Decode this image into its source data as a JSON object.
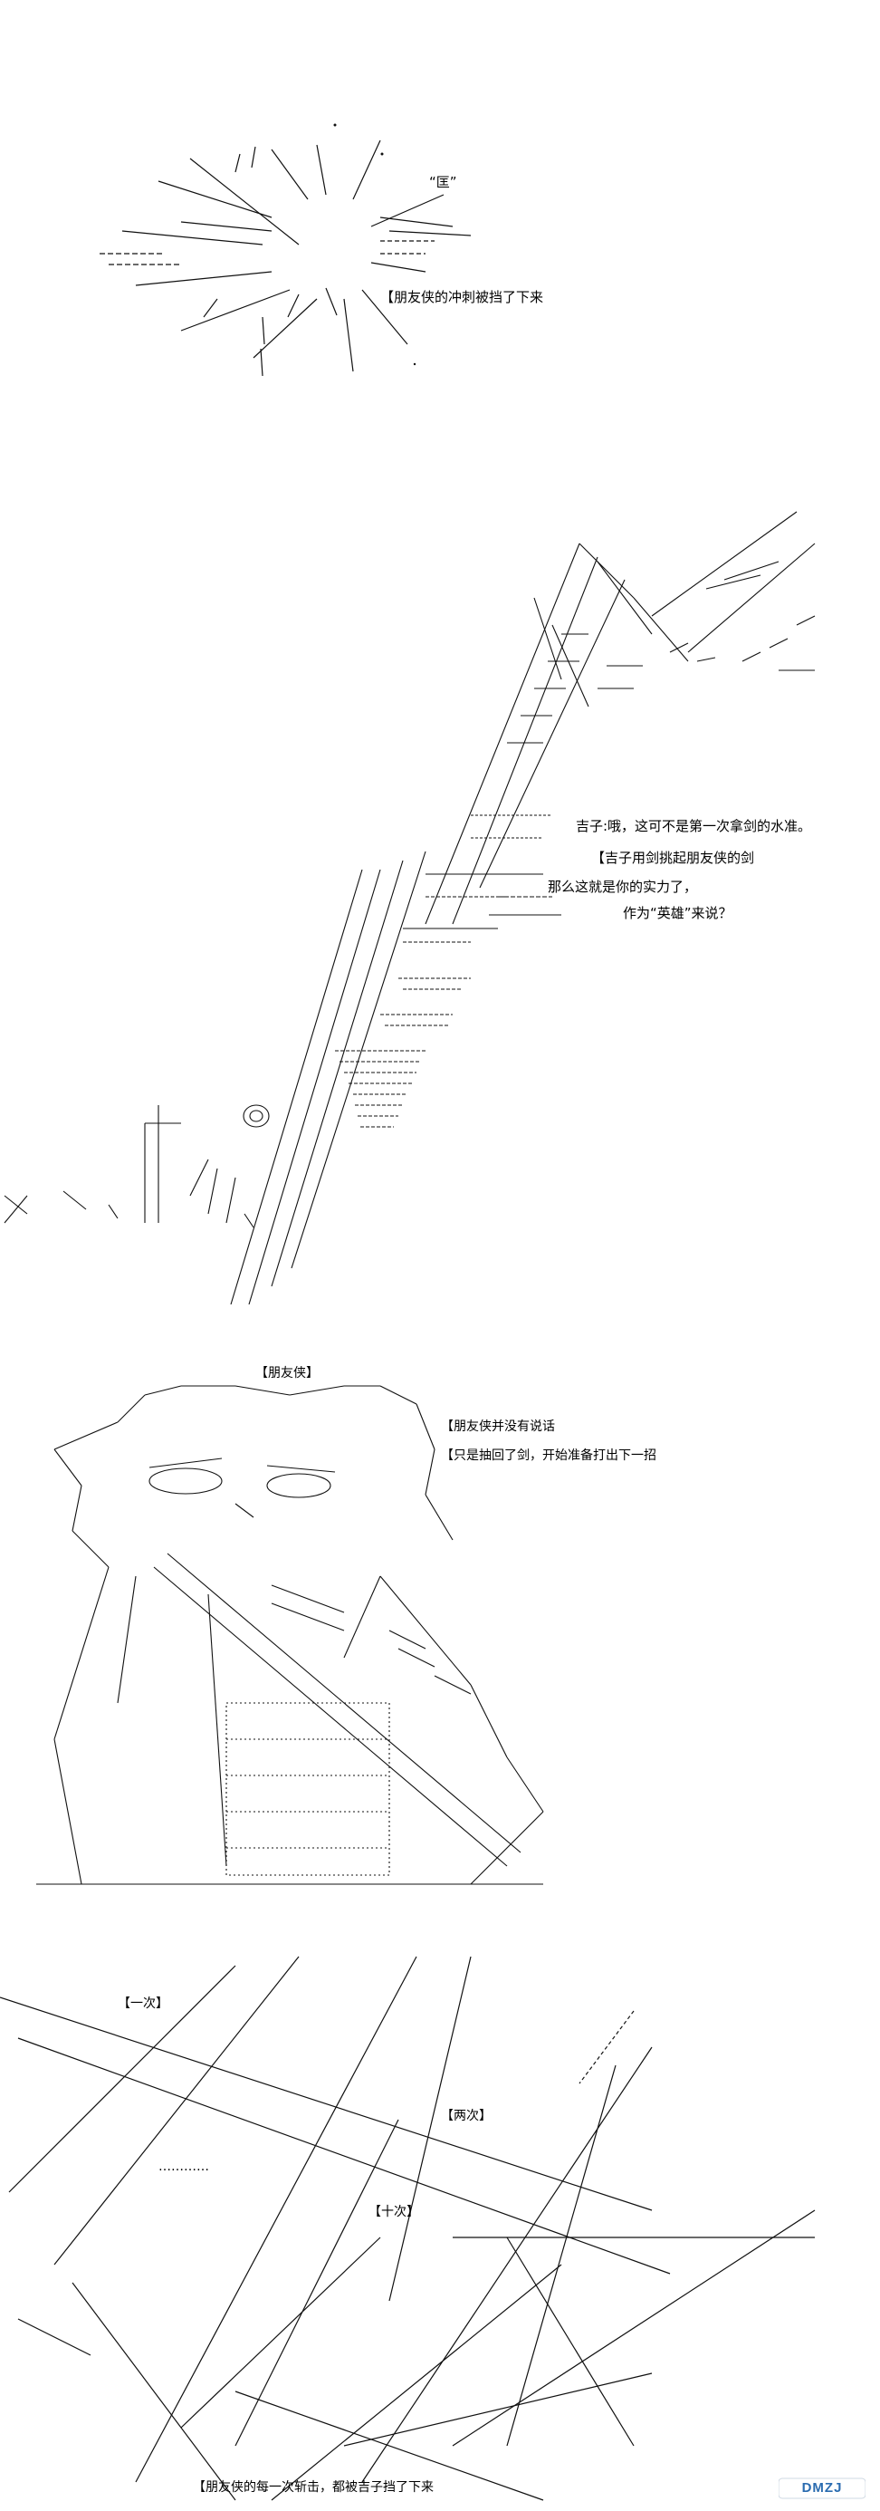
{
  "panel1": {
    "sfx": "“匡”",
    "caption": "【朋友侠的冲刺被挡了下来"
  },
  "panel2": {
    "line1": "吉子:哦，这可不是第一次拿剑的水准。",
    "line2": "【吉子用剑挑起朋友侠的剑",
    "line3": "那么这就是你的实力了，",
    "line4": "作为“英雄”来说？"
  },
  "panel3": {
    "speaker": "【朋友侠】",
    "line1": "【朋友侠并没有说话",
    "line2": "【只是抽回了剑，开始准备打出下一招"
  },
  "panel4": {
    "label1": "【一次】",
    "label2": "【两次】",
    "label3": "【十次】",
    "dots": "…………",
    "caption": "【朋友侠的每一次斩击，都被吉子挡了下来"
  },
  "watermark": {
    "text": "DMZJ",
    "accent": "#2b6cb0"
  }
}
